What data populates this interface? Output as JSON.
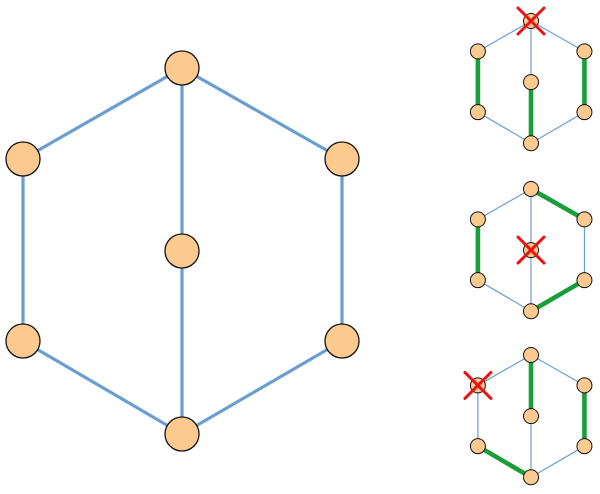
{
  "colors": {
    "edge": "#6a9ed3",
    "matching_edge": "#1a9e38",
    "vertex_fill": "#fcc98f",
    "vertex_stroke": "#111111",
    "removed_mark": "#ee1111"
  },
  "graph": {
    "vertices": [
      "top",
      "upper-left",
      "upper-right",
      "center",
      "lower-left",
      "lower-right",
      "bottom"
    ],
    "edges": [
      [
        "top",
        "upper-left"
      ],
      [
        "top",
        "upper-right"
      ],
      [
        "top",
        "center"
      ],
      [
        "upper-left",
        "lower-left"
      ],
      [
        "upper-right",
        "lower-right"
      ],
      [
        "center",
        "bottom"
      ],
      [
        "lower-left",
        "bottom"
      ],
      [
        "lower-right",
        "bottom"
      ]
    ]
  },
  "examples": [
    {
      "removed_vertex": "top",
      "matching": [
        [
          "upper-left",
          "lower-left"
        ],
        [
          "upper-right",
          "lower-right"
        ],
        [
          "center",
          "bottom"
        ]
      ]
    },
    {
      "removed_vertex": "center",
      "matching": [
        [
          "top",
          "upper-right"
        ],
        [
          "upper-left",
          "lower-left"
        ],
        [
          "lower-right",
          "bottom"
        ]
      ]
    },
    {
      "removed_vertex": "upper-left",
      "matching": [
        [
          "top",
          "center"
        ],
        [
          "upper-right",
          "lower-right"
        ],
        [
          "lower-left",
          "bottom"
        ]
      ]
    }
  ]
}
